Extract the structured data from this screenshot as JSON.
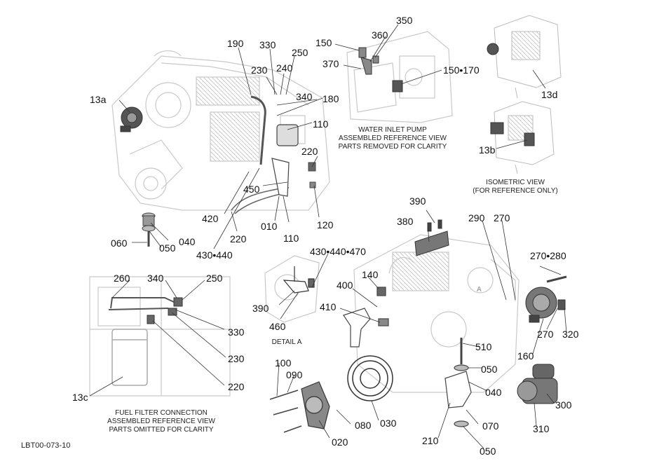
{
  "drawing_id": "LBT00-073-10",
  "captions": {
    "water_inlet": "WATER INLET PUMP\nASSEMBLED REFERENCE VIEW\nPARTS REMOVED FOR CLARITY",
    "isometric": "ISOMETRIC VIEW\n(FOR REFERENCE ONLY)",
    "fuel_filter": "FUEL FILTER CONNECTION\nASSEMBLED REFERENCE VIEW\nPARTS OMITTED FOR CLARITY",
    "detail_a": "DETAIL A"
  },
  "callouts": {
    "c_190": "190",
    "c_330a": "330",
    "c_250a": "250",
    "c_230a": "230",
    "c_240": "240",
    "c_13a": "13a",
    "c_340a": "340",
    "c_180": "180",
    "c_110a": "110",
    "c_220a": "220",
    "c_450": "450",
    "c_420": "420",
    "c_010": "010",
    "c_110b": "110",
    "c_120": "120",
    "c_220b": "220",
    "c_430_440": "430•440",
    "c_060": "060",
    "c_040a": "040",
    "c_050a": "050",
    "c_150": "150",
    "c_360": "360",
    "c_350": "350",
    "c_370": "370",
    "c_150_170": "150•170",
    "c_13d": "13d",
    "c_13b": "13b",
    "c_390a": "390",
    "c_380": "380",
    "c_290": "290",
    "c_270a": "270",
    "c_270_280": "270•280",
    "c_430_440_470": "430•440•470",
    "c_140": "140",
    "c_400": "400",
    "c_410": "410",
    "c_390b": "390",
    "c_460": "460",
    "c_270b": "270",
    "c_320": "320",
    "c_160": "160",
    "c_510": "510",
    "c_050b": "050",
    "c_040b": "040",
    "c_300": "300",
    "c_310": "310",
    "c_100": "100",
    "c_090": "090",
    "c_080": "080",
    "c_030": "030",
    "c_020": "020",
    "c_210": "210",
    "c_070": "070",
    "c_050c": "050",
    "c_260": "260",
    "c_340b": "340",
    "c_250b": "250",
    "c_330b": "330",
    "c_230b": "230",
    "c_220c": "220",
    "c_13c": "13c"
  }
}
